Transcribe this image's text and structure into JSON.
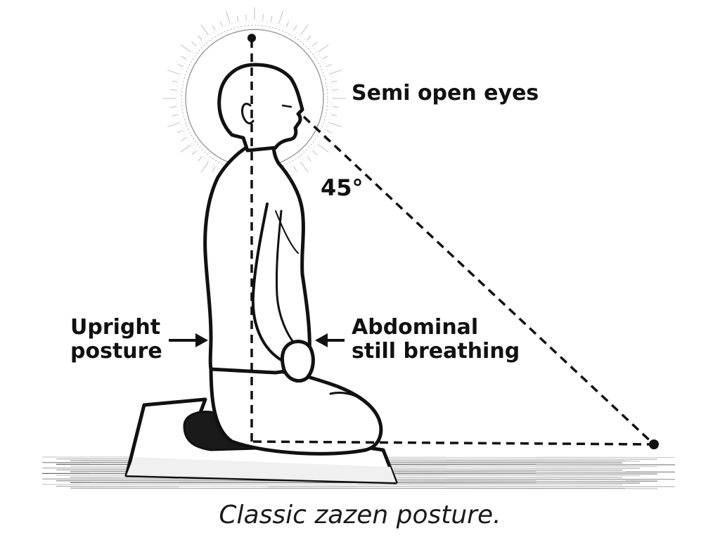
{
  "labels": {
    "eyes": "Semi open eyes",
    "angle": "45°",
    "upright": [
      "Upright",
      "posture"
    ],
    "abdominal": [
      "Abdominal",
      "still breathing"
    ]
  },
  "caption": "Classic zazen posture.",
  "colors": {
    "ink": "#111111",
    "paper": "#ffffff",
    "halo": "#9a9a9a"
  }
}
